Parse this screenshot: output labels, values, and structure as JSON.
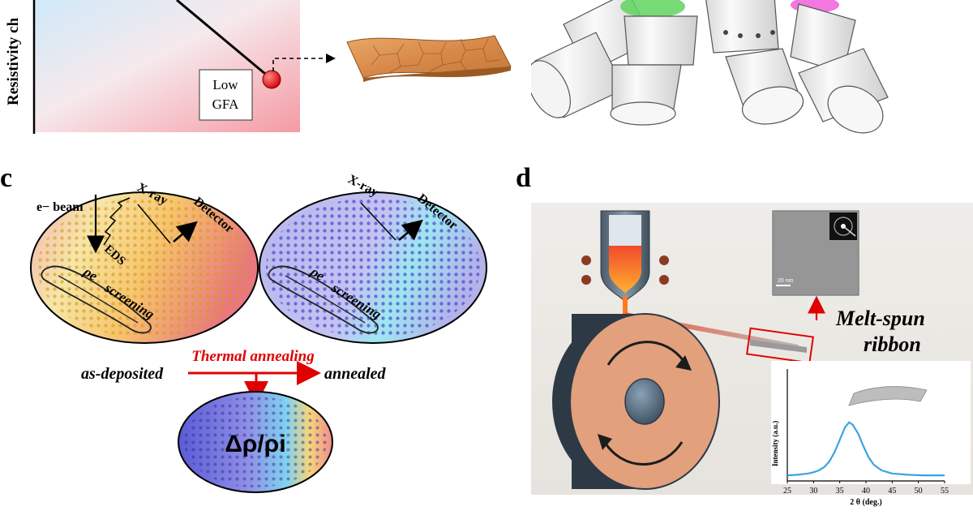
{
  "panel_a": {
    "ylabel": "Resistivity ch",
    "box_line1": "Low",
    "box_line2": "GFA"
  },
  "panel_c": {
    "label": "c",
    "ebeam": "e− beam",
    "eds": "EDS",
    "xray": "X-ray",
    "detector": "Detector",
    "screening_symbol": "ρe",
    "screening_word": "screening",
    "thermal_annealing": "Thermal annealing",
    "as_deposited": "as-deposited",
    "annealed": "annealed",
    "delta_rho": "Δρ/ρi"
  },
  "panel_d": {
    "label": "d",
    "ribbon_line1": "Melt-spun",
    "ribbon_line2": "ribbon",
    "tem_scale": "20 nm",
    "xrd_ylabel": "Intensity (a.u.)",
    "xrd_xlabel": "2 θ (deg.)"
  },
  "chart_data": {
    "type": "line",
    "x_ticks": [
      25,
      30,
      35,
      40,
      45,
      50,
      55
    ],
    "xlabel": "2 θ (deg.)",
    "ylabel": "Intensity (a.u.)",
    "xlim": [
      25,
      55
    ],
    "ylim": [
      0,
      1
    ],
    "series": [
      {
        "x": [
          25,
          27,
          29,
          30,
          31,
          32,
          33,
          34,
          35,
          36,
          36.8,
          37.5,
          38.5,
          39.5,
          40.5,
          41.5,
          43,
          45,
          48,
          51,
          55
        ],
        "values": [
          0.05,
          0.06,
          0.08,
          0.1,
          0.13,
          0.18,
          0.27,
          0.42,
          0.62,
          0.82,
          0.9,
          0.86,
          0.72,
          0.52,
          0.34,
          0.22,
          0.13,
          0.08,
          0.06,
          0.05,
          0.05
        ]
      }
    ],
    "color": "#3aa3e0"
  }
}
